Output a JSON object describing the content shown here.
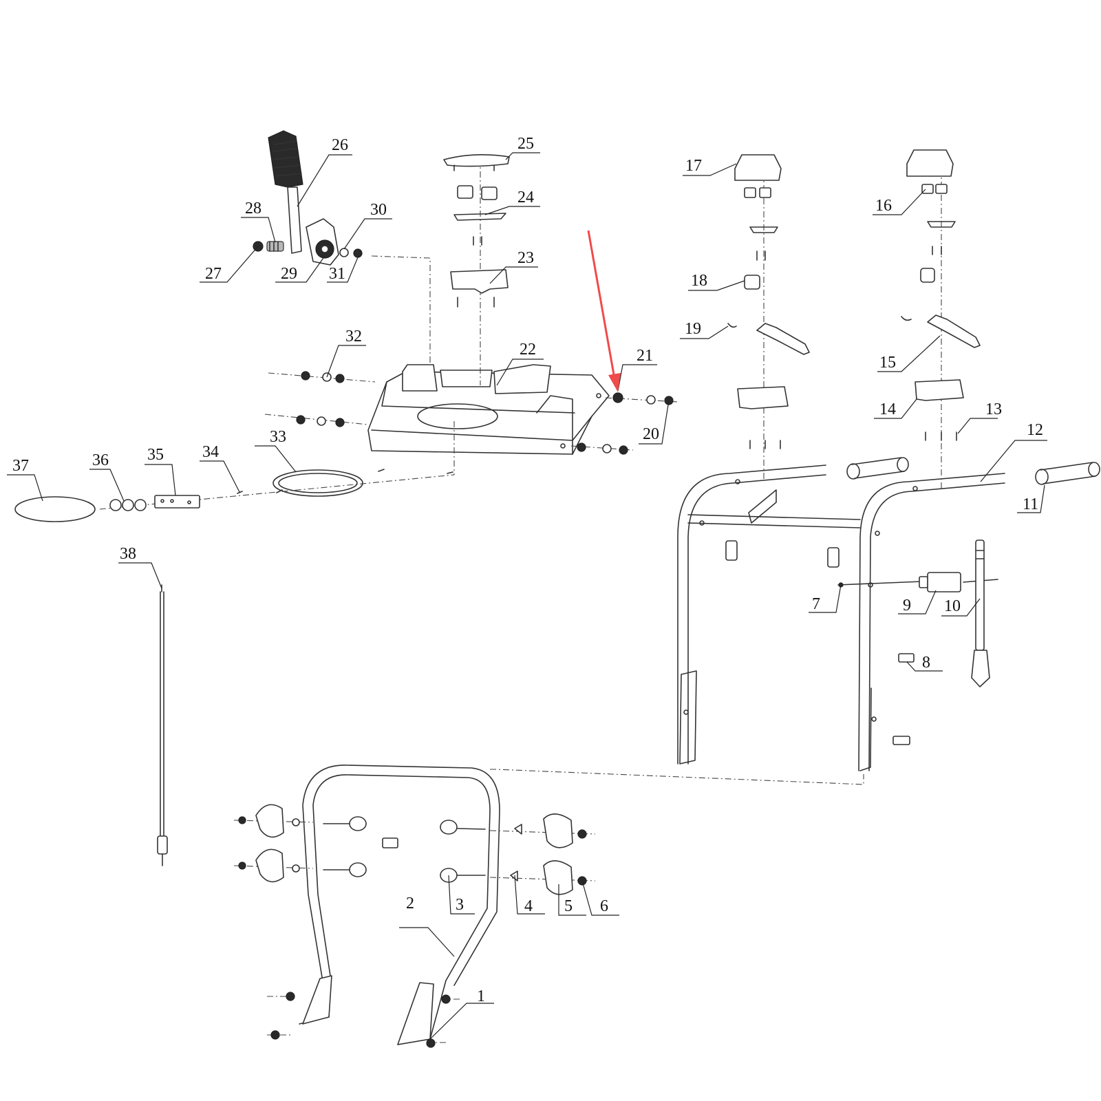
{
  "diagram": {
    "callouts": [
      "1",
      "2",
      "3",
      "4",
      "5",
      "6",
      "7",
      "8",
      "9",
      "10",
      "11",
      "12",
      "13",
      "14",
      "15",
      "16",
      "17",
      "18",
      "19",
      "20",
      "21",
      "22",
      "23",
      "24",
      "25",
      "26",
      "27",
      "28",
      "29",
      "30",
      "31",
      "32",
      "33",
      "34",
      "35",
      "36",
      "37",
      "38"
    ]
  },
  "colors": {
    "line": "#333333",
    "background": "#ffffff",
    "highlight_arrow": "#f04a4a"
  }
}
